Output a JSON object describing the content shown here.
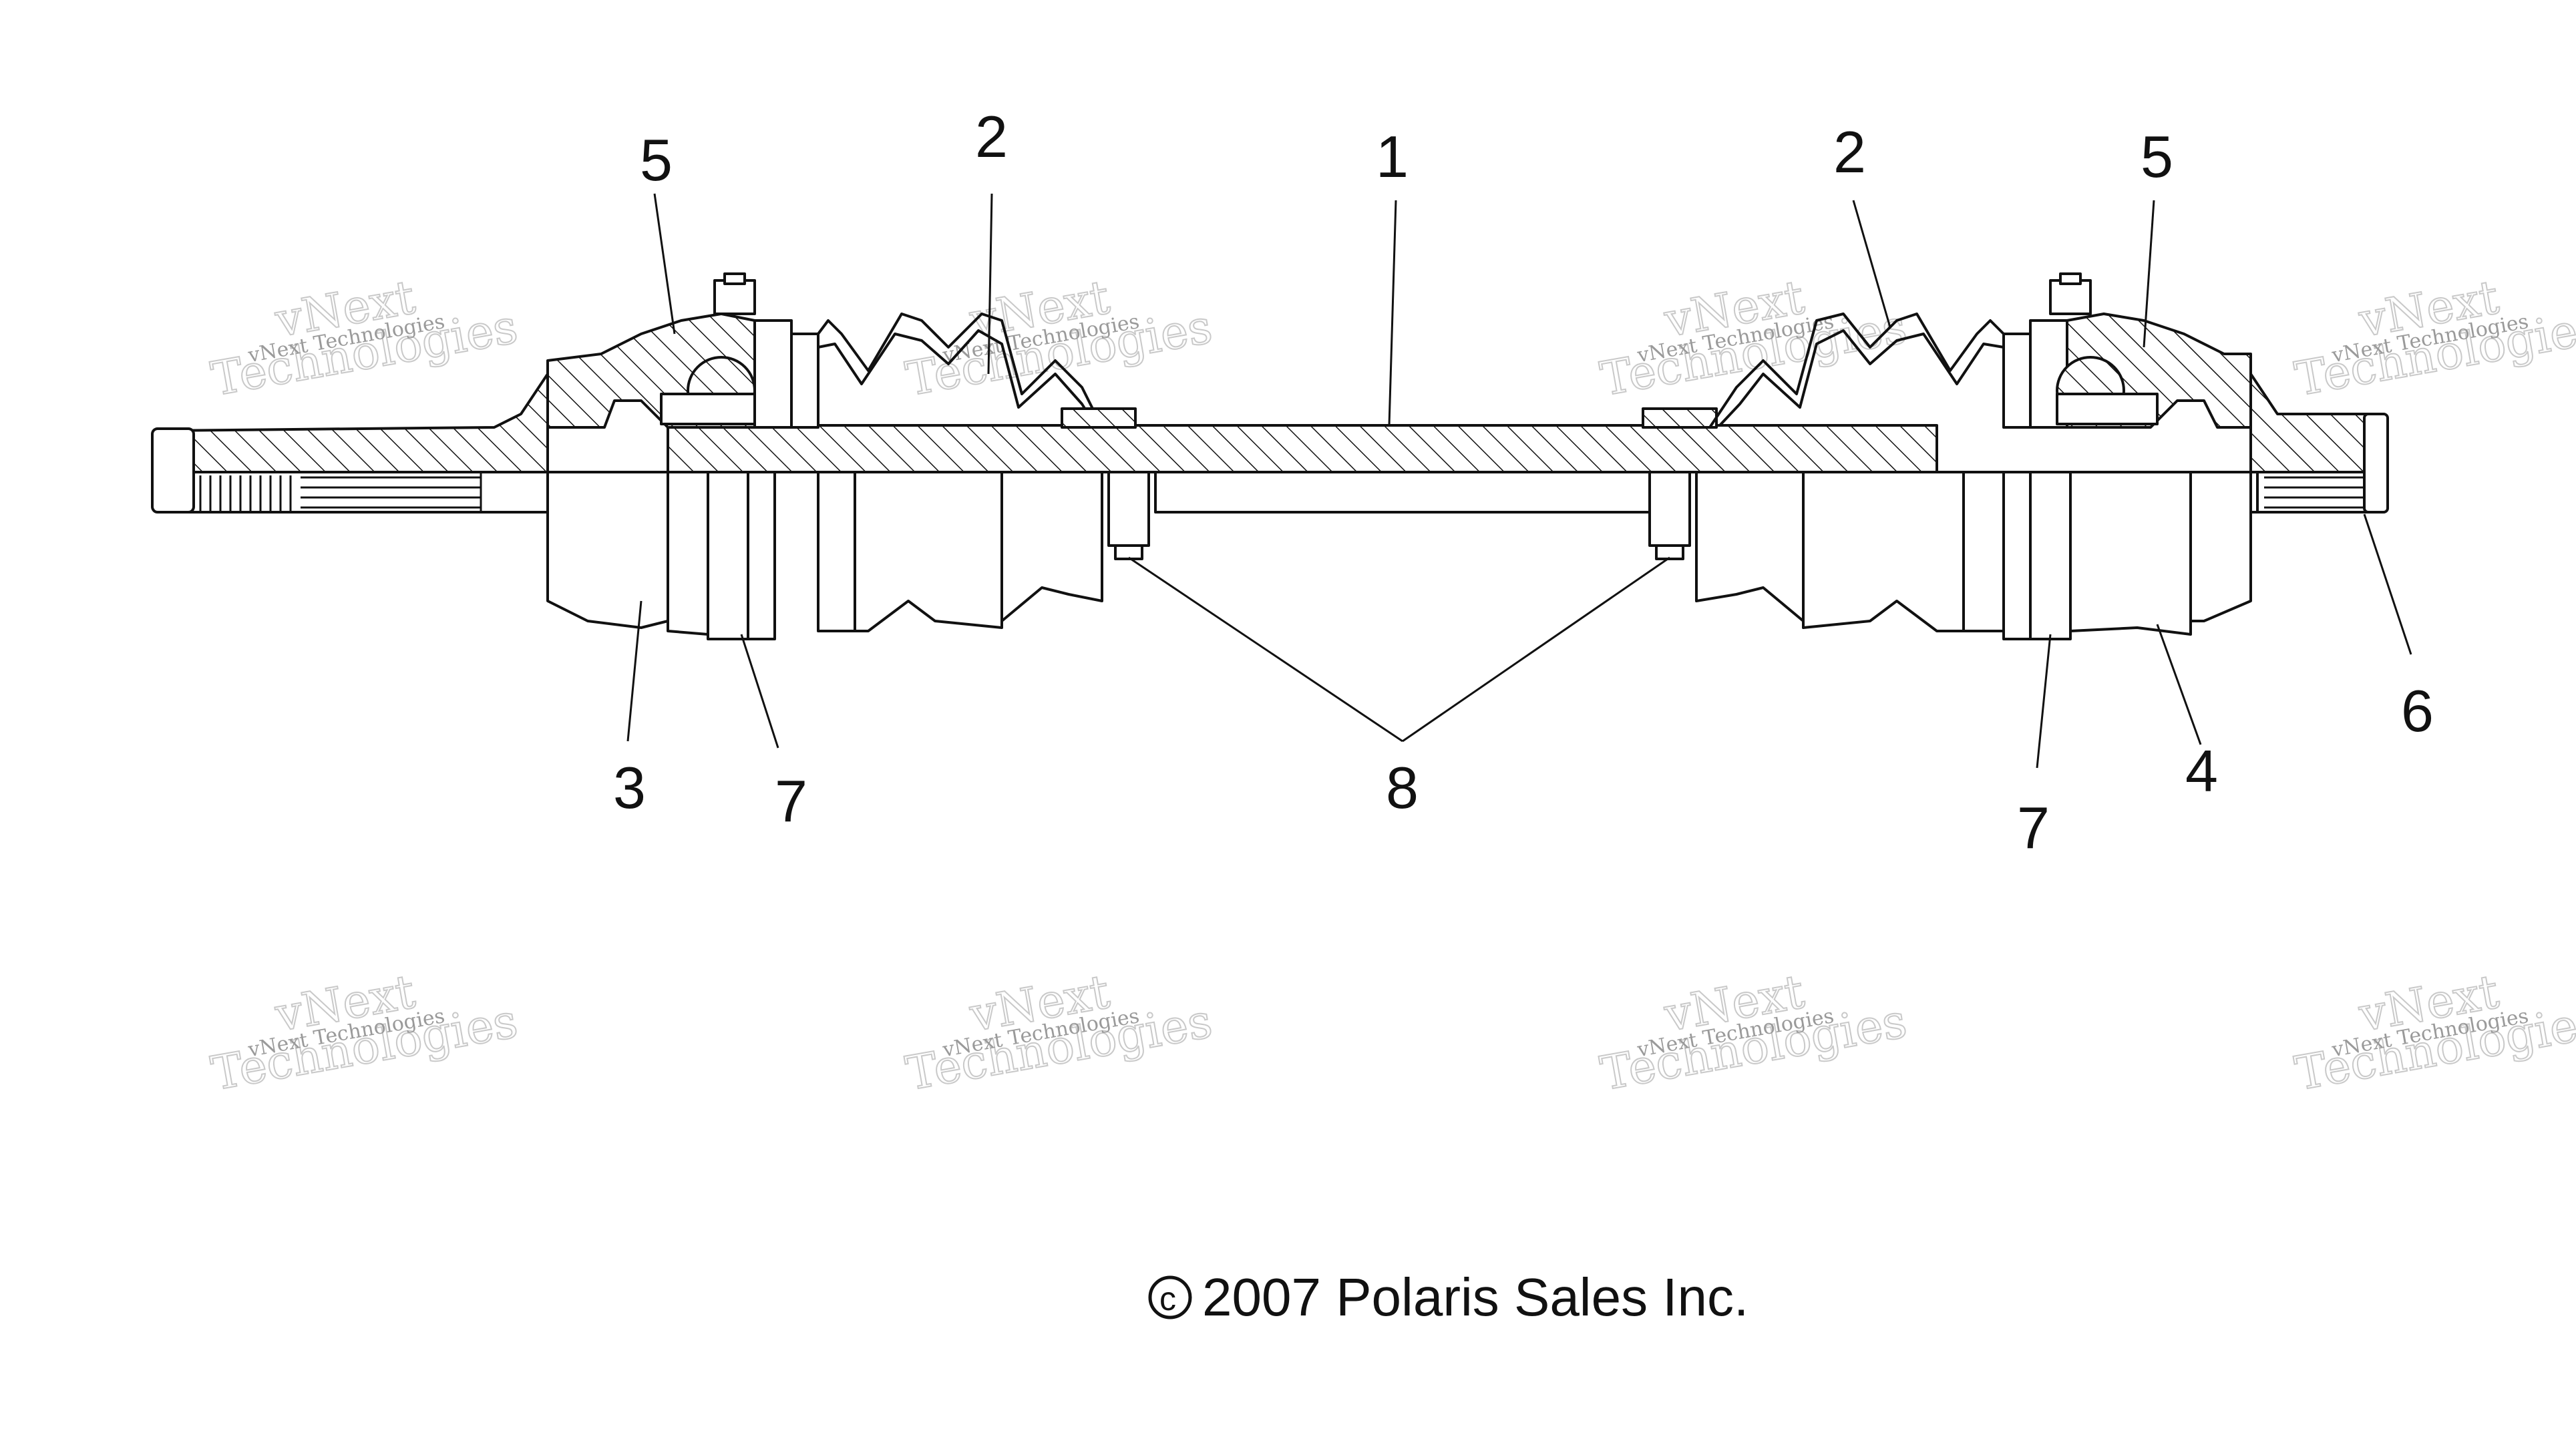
{
  "callouts": [
    {
      "id": "1",
      "text": "1"
    },
    {
      "id": "2a",
      "text": "2"
    },
    {
      "id": "2b",
      "text": "2"
    },
    {
      "id": "3",
      "text": "3"
    },
    {
      "id": "4",
      "text": "4"
    },
    {
      "id": "5a",
      "text": "5"
    },
    {
      "id": "5b",
      "text": "5"
    },
    {
      "id": "6",
      "text": "6"
    },
    {
      "id": "7a",
      "text": "7"
    },
    {
      "id": "7b",
      "text": "7"
    },
    {
      "id": "8",
      "text": "8"
    }
  ],
  "copyright": "2007 Polaris Sales Inc.",
  "watermark": {
    "line1": "vNext",
    "line2": "Technologies",
    "small": "vNext Technologies"
  }
}
